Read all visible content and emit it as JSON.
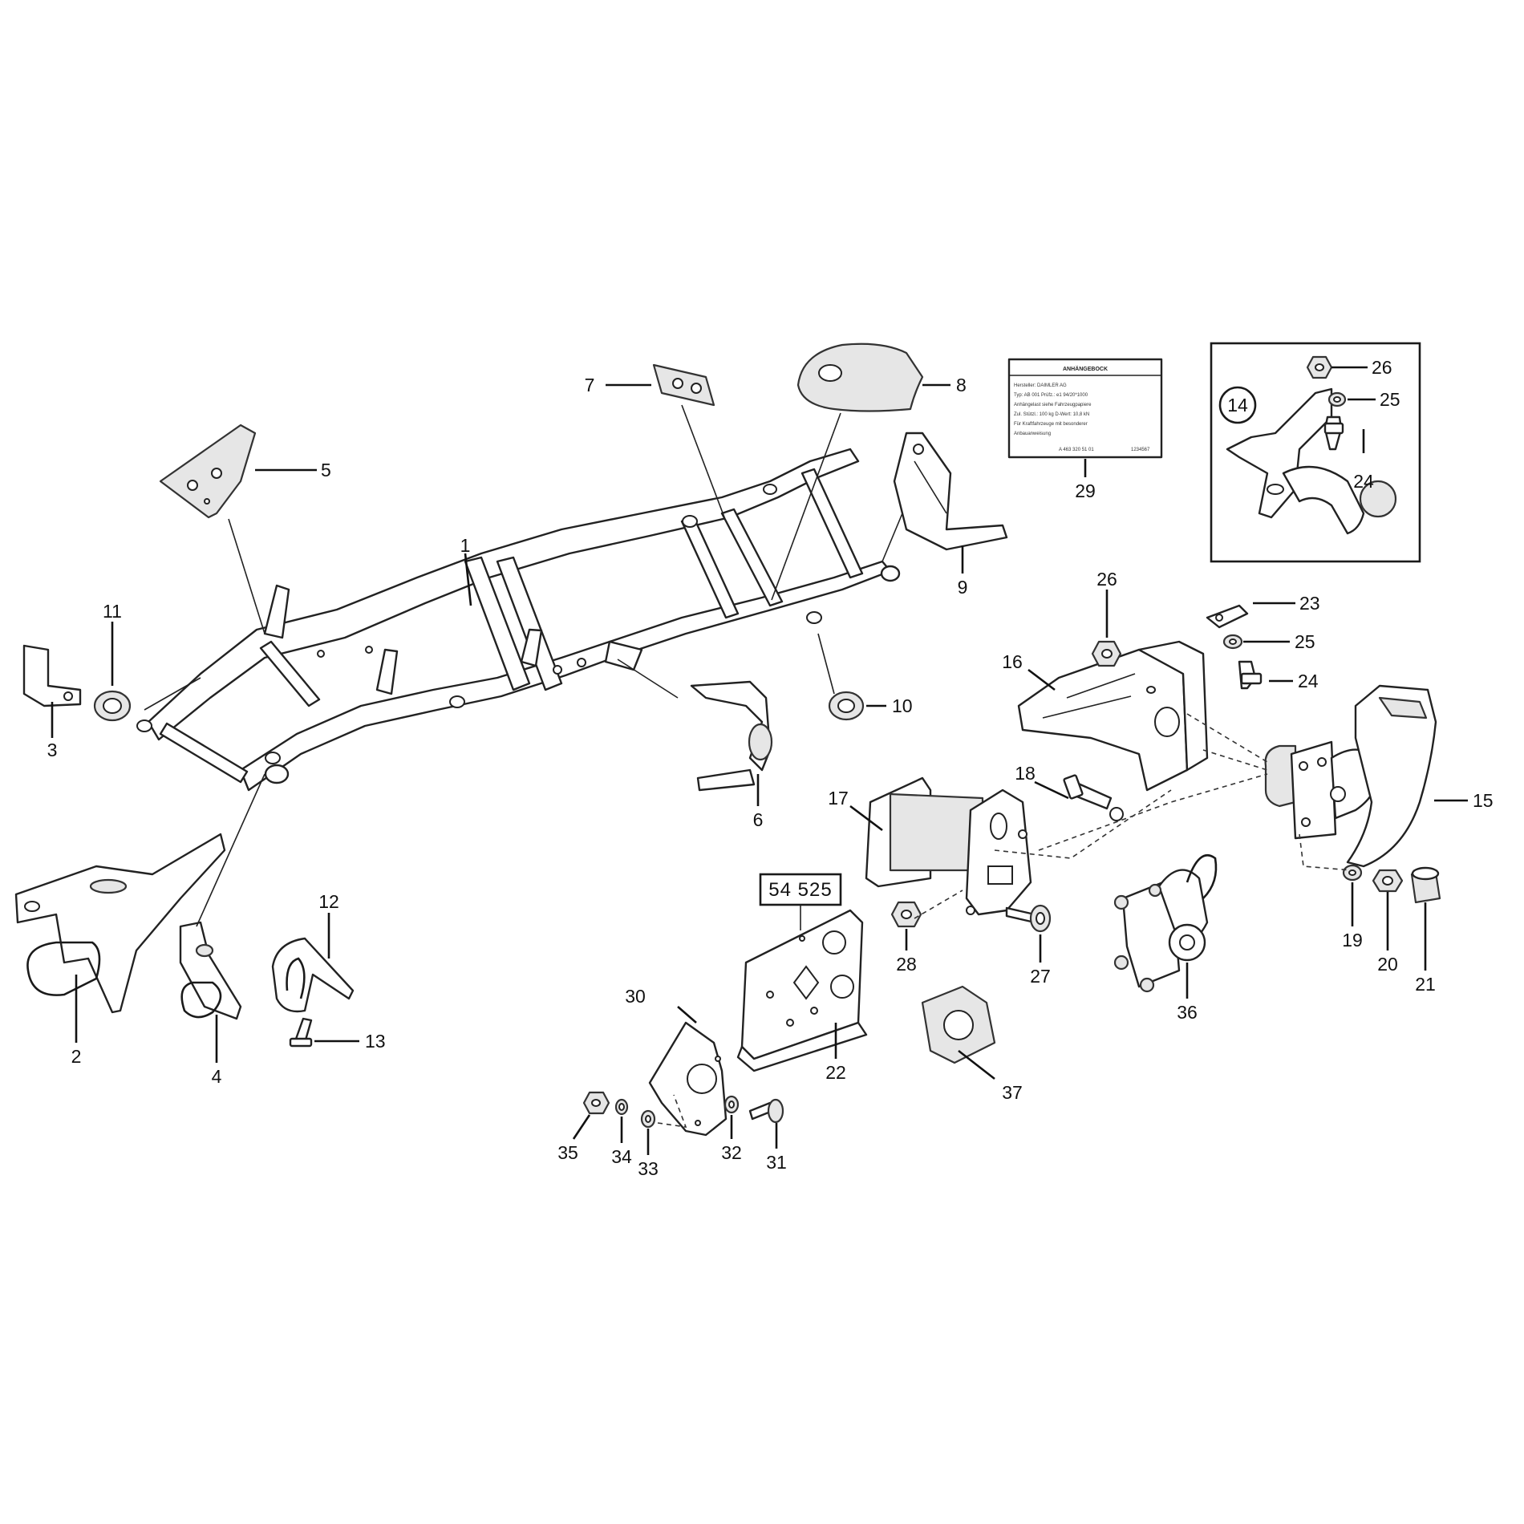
{
  "diagram": {
    "callouts": {
      "c1": "1",
      "c2": "2",
      "c3": "3",
      "c4": "4",
      "c5": "5",
      "c6": "6",
      "c7": "7",
      "c8": "8",
      "c9": "9",
      "c10": "10",
      "c11": "11",
      "c12": "12",
      "c13": "13",
      "c14": "14",
      "c15": "15",
      "c16": "16",
      "c17": "17",
      "c18": "18",
      "c19": "19",
      "c20": "20",
      "c21": "21",
      "c22": "22",
      "c23": "23",
      "c24": "24",
      "c25": "25",
      "c26": "26",
      "c27": "27",
      "c28": "28",
      "c29": "29",
      "c30": "30",
      "c31": "31",
      "c32": "32",
      "c33": "33",
      "c34": "34",
      "c35": "35",
      "c36": "36",
      "c37": "37",
      "inset_c24": "24",
      "inset_c25": "25",
      "inset_c26": "26"
    },
    "reference_box": "54 525",
    "label_plate": {
      "title": "ANHÄNGEBOCK",
      "lines": [
        "Hersteller: DAIMLER AG",
        "Typ: AB 001 Prüfz.: e1 94/20*1000",
        "Anhängelast siehe Fahrzeugpapiere",
        "Zul. Stützl.: 100 kg  D-Wert: 10,8 kN",
        "Für Kraftfahrzeuge mit besonderer",
        "Anbauanweisung"
      ],
      "footer_left": "A 463 320 51 01",
      "footer_right": "1234567"
    }
  }
}
